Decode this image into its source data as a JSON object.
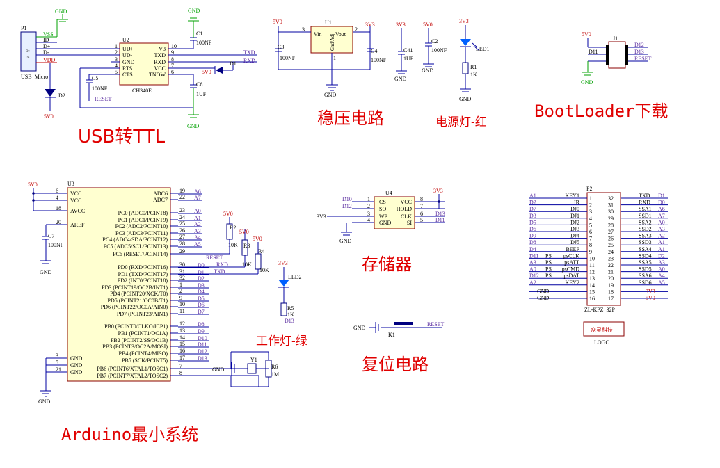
{
  "titles": {
    "usb_ttl": "USB转TTL",
    "regulator": "稳压电路",
    "power_led": "电源灯-红",
    "bootloader": "BootLoader下载",
    "arduino": "Arduino最小系统",
    "storage": "存储器",
    "work_led": "工作灯-绿",
    "reset": "复位电路"
  },
  "net": {
    "gnd": "GND",
    "v5": "5V0",
    "v33": "3V3",
    "reset": "RESET",
    "txd": "TXD",
    "rxd": "RXD",
    "vss": "VSS",
    "id": "ID",
    "dp": "D+",
    "dm": "D-",
    "vdd": "VDD"
  },
  "usb": {
    "ref": "P1",
    "name": "USB_Micro"
  },
  "ch340": {
    "ref": "U2",
    "name": "CH340E",
    "left_pins": [
      {
        "num": "1",
        "name": "UD+"
      },
      {
        "num": "2",
        "name": "UD-"
      },
      {
        "num": "3",
        "name": "GND"
      },
      {
        "num": "4",
        "name": "RTS"
      },
      {
        "num": "5",
        "name": "CTS"
      }
    ],
    "right_pins": [
      {
        "num": "10",
        "name": "V3"
      },
      {
        "num": "9",
        "name": "TXD"
      },
      {
        "num": "8",
        "name": "RXD"
      },
      {
        "num": "7",
        "name": "VCC"
      },
      {
        "num": "6",
        "name": "TNOW"
      }
    ]
  },
  "parts": {
    "c1": "C1",
    "c1v": "100NF",
    "c5": "C5",
    "c5v": "100NF",
    "c6": "C6",
    "c6v": "1UF",
    "d1": "D1",
    "d2": "D2",
    "u1": "U1",
    "u1vin": "Vin",
    "u1vout": "Vout",
    "u1adj": "Gnd/Adj",
    "u1p3": "3",
    "u1p2": "2",
    "u1p1": "1",
    "c3": "C3",
    "c3v": "100NF",
    "c4": "C4",
    "c4v": "100NF",
    "c41": "C41",
    "c41v": "1UF",
    "c2": "C2",
    "c2v": "100NF",
    "led1": "LED1",
    "r1": "R1",
    "r1v": "1K",
    "j1": "J1",
    "d11": "D11",
    "d12": "D12",
    "d13": "D13",
    "c7": "C7",
    "c7v": "100NF",
    "r2": "R2",
    "r2v": "10K",
    "r3": "R3",
    "r3v": "10K",
    "r4": "R4",
    "r4v": "10K",
    "led2": "LED2",
    "r5": "R5",
    "r5v": "1K",
    "y1": "Y1",
    "r6": "R6",
    "r6v": "1M",
    "k1": "K1",
    "u4": "U4",
    "d10": "D10"
  },
  "mcu": {
    "ref": "U3",
    "left_pins": [
      {
        "num": "6",
        "name": "VCC"
      },
      {
        "num": "4",
        "name": "VCC"
      },
      {
        "num": "18",
        "name": "AVCC"
      },
      {
        "num": "20",
        "name": "AREF"
      },
      {
        "num": "3",
        "name": "GND"
      },
      {
        "num": "5",
        "name": "GND"
      },
      {
        "num": "21",
        "name": "GND"
      }
    ],
    "right_pins": [
      {
        "num": "19",
        "name": "ADC6",
        "net": "A6"
      },
      {
        "num": "22",
        "name": "ADC7",
        "net": "A7"
      },
      {
        "num": "23",
        "name": "PC0 (ADC0/PCINT8)",
        "net": "A0"
      },
      {
        "num": "24",
        "name": "PC1 (ADC1/PCINT9)",
        "net": "A1"
      },
      {
        "num": "25",
        "name": "PC2 (ADC2/PCINT10)",
        "net": "A2"
      },
      {
        "num": "26",
        "name": "PC3 (ADC3/PCINT11)",
        "net": "A3"
      },
      {
        "num": "27",
        "name": "PC4 (ADC4/SDA/PCINT12)",
        "net": "A4"
      },
      {
        "num": "28",
        "name": "PC5 (ADC5/SCL/PCINT13)",
        "net": "A5"
      },
      {
        "num": "29",
        "name": "PC6 (RESET/PCINT14)",
        "net": "RESET"
      },
      {
        "num": "30",
        "name": "PD0 (RXD/PCINT16)",
        "net": "D0"
      },
      {
        "num": "31",
        "name": "PD1 (TXD/PCINT17)",
        "net": "D1"
      },
      {
        "num": "32",
        "name": "PD2 (INT0/PCINT18)",
        "net": "D2"
      },
      {
        "num": "1",
        "name": "PD3 (PCINT19/OC2B/INT1)",
        "net": "D3"
      },
      {
        "num": "2",
        "name": "PD4 (PCINT20/XCK/T0)",
        "net": "D4"
      },
      {
        "num": "9",
        "name": "PD5 (PCINT21/OC0B/T1)",
        "net": "D5"
      },
      {
        "num": "10",
        "name": "PD6 (PCINT22/OC0A/AIN0)",
        "net": "D6"
      },
      {
        "num": "11",
        "name": "PD7 (PCINT23/AIN1)",
        "net": "D7"
      },
      {
        "num": "12",
        "name": "PB0 (PCINT0/CLKO/ICP1)",
        "net": "D8"
      },
      {
        "num": "13",
        "name": "PB1 (PCINT1/OC1A)",
        "net": "D9"
      },
      {
        "num": "14",
        "name": "PB2 (PCINT2/SS/OC1B)",
        "net": "D10"
      },
      {
        "num": "15",
        "name": "PB3 (PCINT3/OC2A/MOSI)",
        "net": "D11"
      },
      {
        "num": "16",
        "name": "PB4 (PCINT4/MISO)",
        "net": "D12"
      },
      {
        "num": "17",
        "name": "PB5 (SCK/PCINT5)",
        "net": "D13"
      },
      {
        "num": "7",
        "name": "PB6 (PCINT6/XTAL1/TOSC1)",
        "net": ""
      },
      {
        "num": "8",
        "name": "PB7 (PCINT7/XTAL2/TOSC2)",
        "net": ""
      }
    ]
  },
  "flash": {
    "left_pins": [
      {
        "num": "1",
        "name": "CS",
        "net": "D10"
      },
      {
        "num": "2",
        "name": "SO",
        "net": "D12"
      },
      {
        "num": "3",
        "name": "WP",
        "net": ""
      },
      {
        "num": "4",
        "name": "GND",
        "net": ""
      }
    ],
    "right_pins": [
      {
        "num": "8",
        "name": "VCC",
        "net": ""
      },
      {
        "num": "7",
        "name": "HOLD",
        "net": ""
      },
      {
        "num": "6",
        "name": "CLK",
        "net": "D13"
      },
      {
        "num": "5",
        "name": "SI",
        "net": "D11"
      }
    ]
  },
  "p2": {
    "ref": "P2",
    "part": "ZL-KPZ_32P",
    "logo_text": "众灵科技",
    "logo_label": "LOGO",
    "left": [
      {
        "net": "A1",
        "sig": "KEY1",
        "num": "1"
      },
      {
        "net": "D2",
        "sig": "IR",
        "num": "2"
      },
      {
        "net": "D7",
        "sig": "DJ0",
        "num": "3"
      },
      {
        "net": "D3",
        "sig": "DJ1",
        "num": "4"
      },
      {
        "net": "D5",
        "sig": "DJ2",
        "num": "5"
      },
      {
        "net": "D6",
        "sig": "DJ3",
        "num": "6"
      },
      {
        "net": "D9",
        "sig": "DJ4",
        "num": "7"
      },
      {
        "net": "D8",
        "sig": "DJ5",
        "num": "8"
      },
      {
        "net": "D4",
        "sig": "BEEP",
        "num": "9"
      },
      {
        "net": "D11",
        "sig": "psCLK",
        "sig2": "PS",
        "num": "10"
      },
      {
        "net": "A3",
        "sig": "psATT",
        "sig2": "PS",
        "num": "11"
      },
      {
        "net": "A0",
        "sig": "psCMD",
        "sig2": "PS",
        "num": "12"
      },
      {
        "net": "D12",
        "sig": "psDAT",
        "sig2": "PS",
        "num": "13"
      },
      {
        "net": "A2",
        "sig": "KEY2",
        "num": "14"
      },
      {
        "net": "GND",
        "sig": "",
        "num": "15"
      },
      {
        "net": "GND",
        "sig": "",
        "num": "16"
      }
    ],
    "right": [
      {
        "num": "32",
        "sig": "TXD",
        "net": "D1"
      },
      {
        "num": "31",
        "sig": "RXD",
        "net": "D0"
      },
      {
        "num": "30",
        "sig": "SSA1",
        "net": "A6"
      },
      {
        "num": "29",
        "sig": "SSD1",
        "net": "A7"
      },
      {
        "num": "28",
        "sig": "SSA2",
        "net": "A0"
      },
      {
        "num": "27",
        "sig": "SSD2",
        "net": "A3"
      },
      {
        "num": "26",
        "sig": "SSA3",
        "net": "A2"
      },
      {
        "num": "25",
        "sig": "SSD3",
        "net": "A1"
      },
      {
        "num": "24",
        "sig": "SSA4",
        "net": "A1"
      },
      {
        "num": "23",
        "sig": "SSD4",
        "net": "D2"
      },
      {
        "num": "22",
        "sig": "SSA5",
        "net": "A3"
      },
      {
        "num": "21",
        "sig": "SSD5",
        "net": "A0"
      },
      {
        "num": "20",
        "sig": "SSA6",
        "net": "A4"
      },
      {
        "num": "19",
        "sig": "SSD6",
        "net": "A5"
      },
      {
        "num": "18",
        "sig": "",
        "net": "3V3"
      },
      {
        "num": "17",
        "sig": "",
        "net": "5V0"
      }
    ]
  }
}
